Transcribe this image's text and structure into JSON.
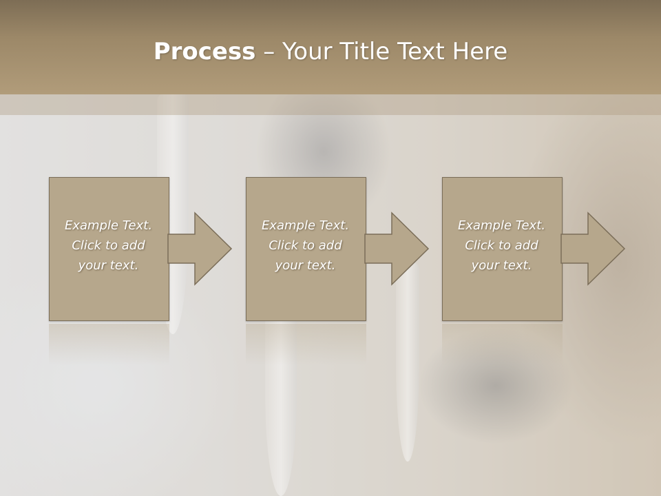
{
  "slide": {
    "title_bold": "Process",
    "title_rest": " – Your Title Text Here"
  },
  "steps": [
    {
      "text": "Example Text.\nClick  to add\nyour text."
    },
    {
      "text": "Example Text.\nClick  to add\nyour text."
    },
    {
      "text": "Example Text.\nClick  to add\nyour text."
    }
  ],
  "colors": {
    "box_fill": "#b6a78c",
    "box_stroke": "#7a6d58",
    "title_bar": "#a28d6c"
  }
}
